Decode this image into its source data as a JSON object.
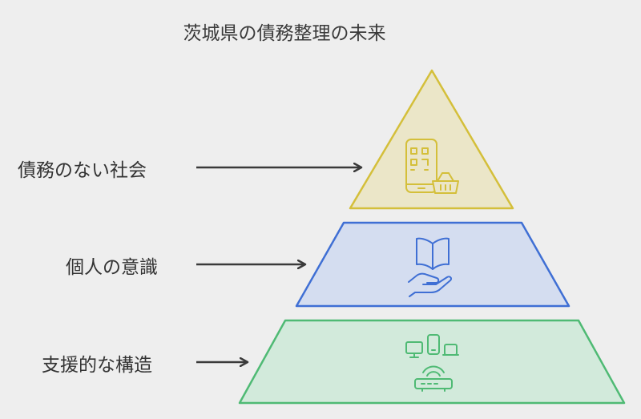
{
  "title": "茨城県の債務整理の未来",
  "levels": [
    {
      "label": "債務のない社会",
      "icon": "smartphone-qr-basket-icon",
      "stroke": "#d4bf3a",
      "fill": "#ebe6c8"
    },
    {
      "label": "個人の意識",
      "icon": "book-on-hand-icon",
      "stroke": "#3f6fd4",
      "fill": "#d4ddf0"
    },
    {
      "label": "支援的な構造",
      "icon": "connected-devices-router-icon",
      "stroke": "#4fba74",
      "fill": "#d2eadb"
    }
  ],
  "colors": {
    "arrow": "#3a3a3a",
    "text": "#333333",
    "background": "#eeeeee"
  }
}
